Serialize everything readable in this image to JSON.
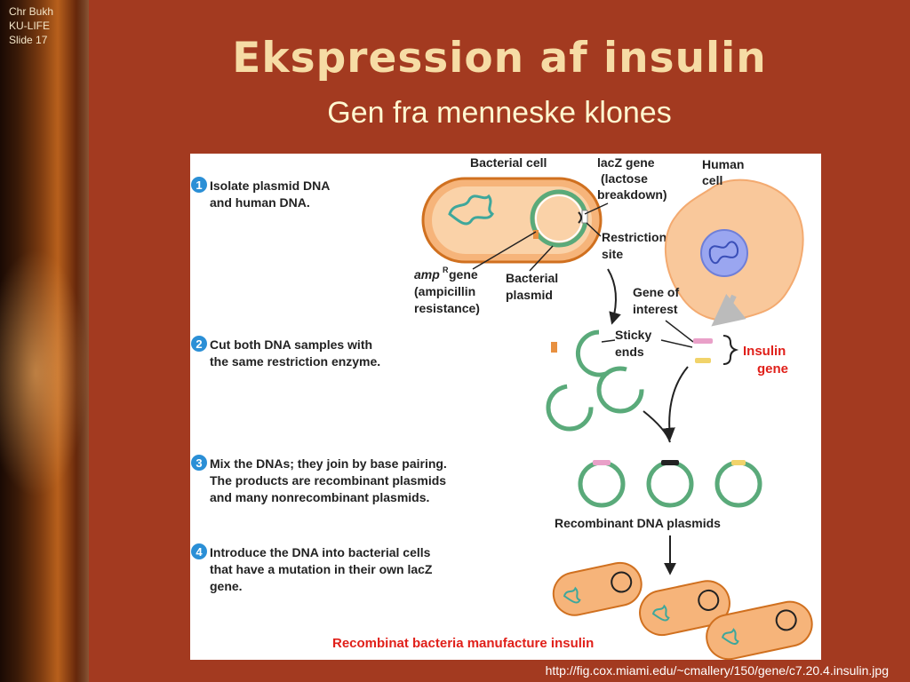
{
  "slide": {
    "credits": [
      "Chr Bukh",
      "KU-LIFE",
      "Slide 17"
    ],
    "title": "Ekspression af insulin",
    "subtitle": "Gen fra menneske klones",
    "source_url": "http://fig.cox.miami.edu/~cmallery/150/gene/c7.20.4.insulin.jpg"
  },
  "figure": {
    "steps": [
      {
        "number": "1",
        "lines": [
          "Isolate plasmid DNA",
          "and human DNA."
        ]
      },
      {
        "number": "2",
        "lines": [
          "Cut both DNA samples with",
          "the same restriction enzyme."
        ]
      },
      {
        "number": "3",
        "lines": [
          "Mix the DNAs; they join by base pairing.",
          "The products are recombinant plasmids",
          "and many nonrecombinant plasmids."
        ]
      },
      {
        "number": "4",
        "lines": [
          "Introduce the DNA into bacterial cells",
          "that have a mutation in their own lacZ",
          "gene."
        ]
      }
    ],
    "labels": {
      "bacterial_cell": "Bacterial cell",
      "lacz": [
        "lacZ gene",
        "(lactose",
        "breakdown)"
      ],
      "human_cell": [
        "Human",
        "cell"
      ],
      "restriction_site": [
        "Restriction",
        "site"
      ],
      "ampr": [
        "amp",
        "R",
        " gene",
        "(ampicillin",
        "resistance)"
      ],
      "bacterial_plasmid": [
        "Bacterial",
        "plasmid"
      ],
      "gene_of_interest": [
        "Gene of",
        "interest"
      ],
      "sticky_ends": [
        "Sticky",
        "ends"
      ],
      "insulin_gene": [
        "Insulin",
        "gene"
      ],
      "recombinant_plasmids": "Recombinant DNA plasmids",
      "bottom_caption": "Recombinat bacteria manufacture insulin"
    },
    "colors": {
      "step_circle": "#2b8fd6",
      "red_label": "#e0201a",
      "cell_orange": "#f6b47a",
      "plasmid_green": "#5aaa7a",
      "dna_teal": "#3ea79b",
      "nucleus_blue": "#9aa6f0"
    }
  }
}
